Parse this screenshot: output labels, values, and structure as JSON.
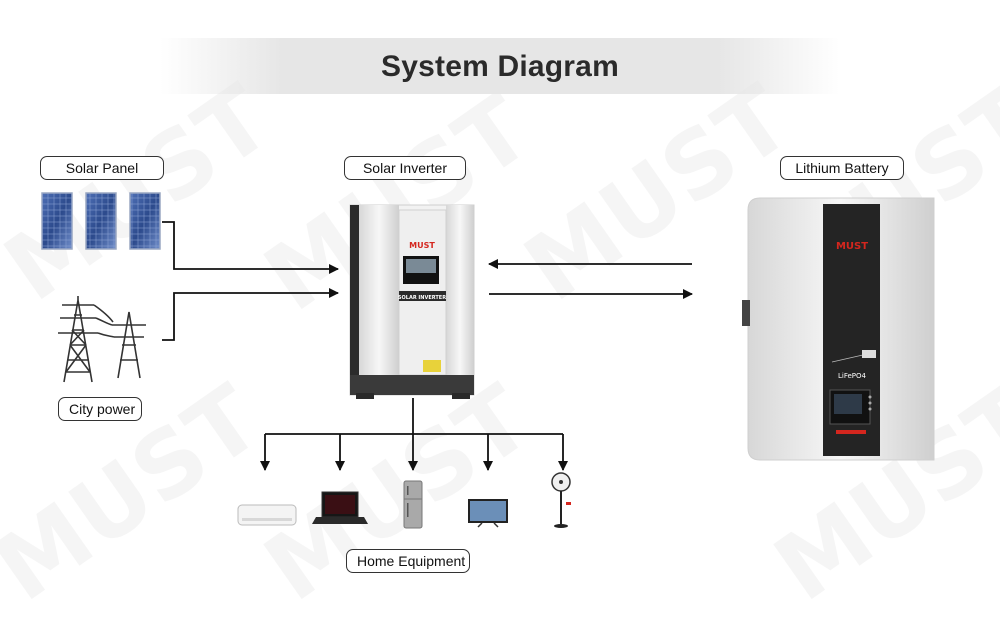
{
  "title": "System Diagram",
  "labels": {
    "solar_panel": "Solar Panel",
    "solar_inverter": "Solar Inverter",
    "lithium_battery": "Lithium Battery",
    "city_power": "City power",
    "home_equipment": "Home Equipment"
  },
  "watermark": "MUST",
  "device_text": {
    "inverter_brand": "MUST",
    "inverter_model": "SOLAR INVERTER",
    "battery_brand": "MUST",
    "battery_chem": "LiFePO4"
  },
  "colors": {
    "brand_red": "#d4261e",
    "panel_blue": "#2f4c8a",
    "dark_body": "#2a2a2a",
    "line": "#111111"
  }
}
